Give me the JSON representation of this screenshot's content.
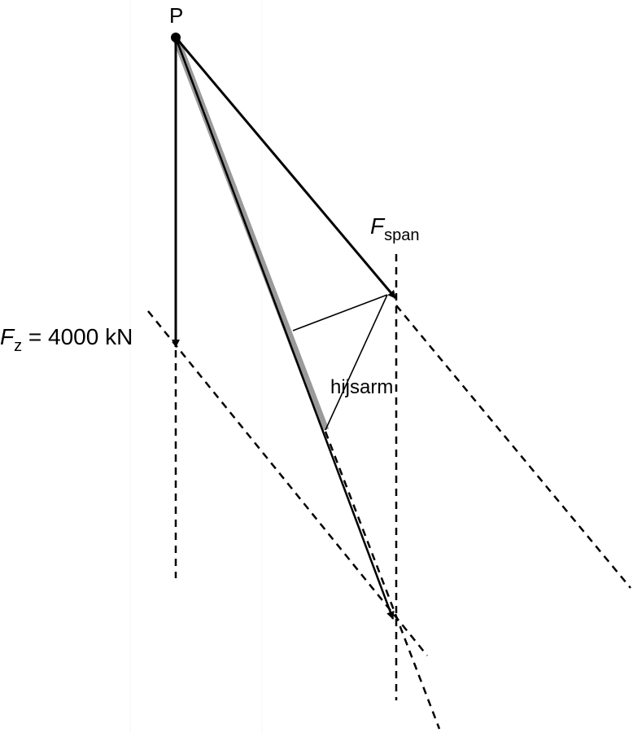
{
  "labels": {
    "point": "P",
    "f_span_symbol": "F",
    "f_span_subscript": "span",
    "f_z_symbol": "F",
    "f_z_subscript": "z",
    "f_z_value": " = 4000 kN",
    "boom": "hijsarm"
  },
  "colors": {
    "line": "#000000",
    "boom": "#9a9a9a",
    "background": "#ffffff"
  }
}
